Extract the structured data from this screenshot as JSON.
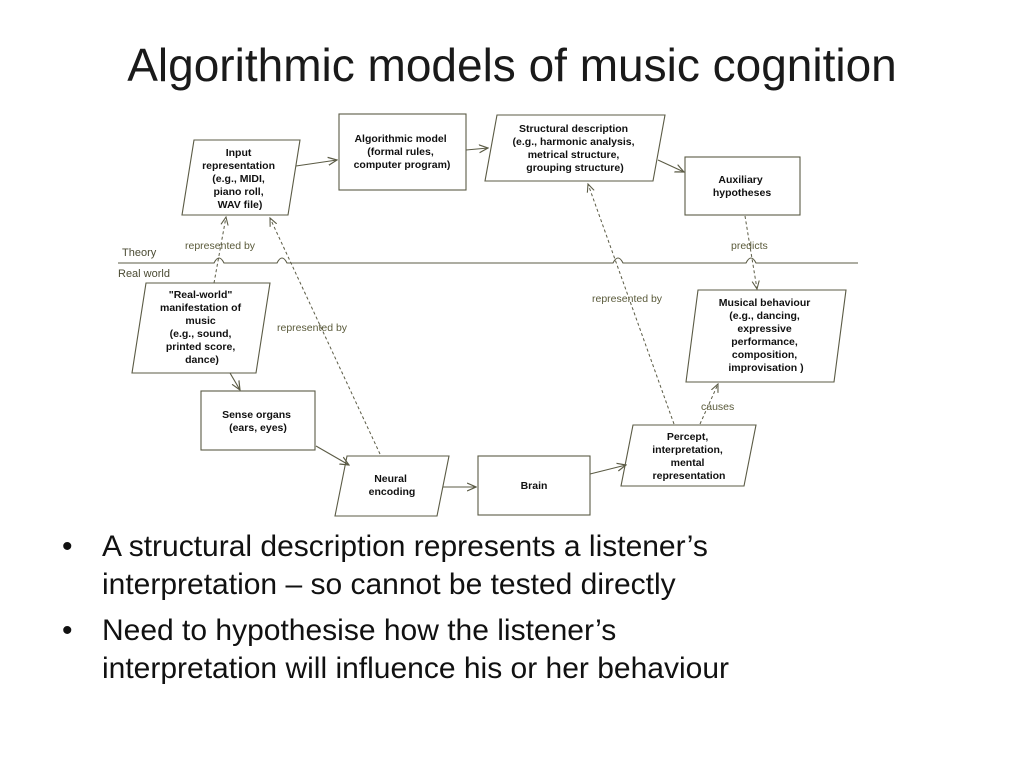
{
  "title": "Algorithmic models of music cognition",
  "diagram": {
    "theory_label": "Theory",
    "real_world_label": "Real world",
    "nodes": {
      "input_rep": [
        "Input",
        "representation",
        "(e.g., MIDI,",
        "piano roll,",
        "WAV file)"
      ],
      "algorithmic_model": [
        "Algorithmic model",
        "(formal rules,",
        "computer program)"
      ],
      "structural_desc": [
        "Structural description",
        "(e.g., harmonic analysis,",
        "metrical structure,",
        "grouping structure)"
      ],
      "auxiliary": [
        "Auxiliary",
        "hypotheses"
      ],
      "real_world_music": [
        "\"Real-world\"",
        "manifestation of",
        "music",
        "(e.g., sound,",
        "printed score,",
        "dance)"
      ],
      "sense_organs": [
        "Sense organs",
        "(ears, eyes)"
      ],
      "neural_encoding": [
        "Neural",
        "encoding"
      ],
      "brain": [
        "Brain"
      ],
      "percept": [
        "Percept,",
        "interpretation,",
        "mental",
        "representation"
      ],
      "musical_behaviour": [
        "Musical behaviour",
        "(e.g., dancing,",
        "expressive",
        "performance,",
        "composition,",
        "improvisation )"
      ]
    },
    "edge_labels": {
      "represented_by_1": "represented by",
      "represented_by_2": "represented by",
      "represented_by_3": "represented by",
      "predicts": "predicts",
      "causes": "causes"
    }
  },
  "bullets": [
    {
      "marker": "•",
      "lines": [
        "A structural description represents a listener’s",
        "interpretation – so cannot be tested directly"
      ]
    },
    {
      "marker": "•",
      "lines": [
        "Need to hypothesise how the listener’s",
        "interpretation will influence his or her behaviour"
      ]
    }
  ]
}
